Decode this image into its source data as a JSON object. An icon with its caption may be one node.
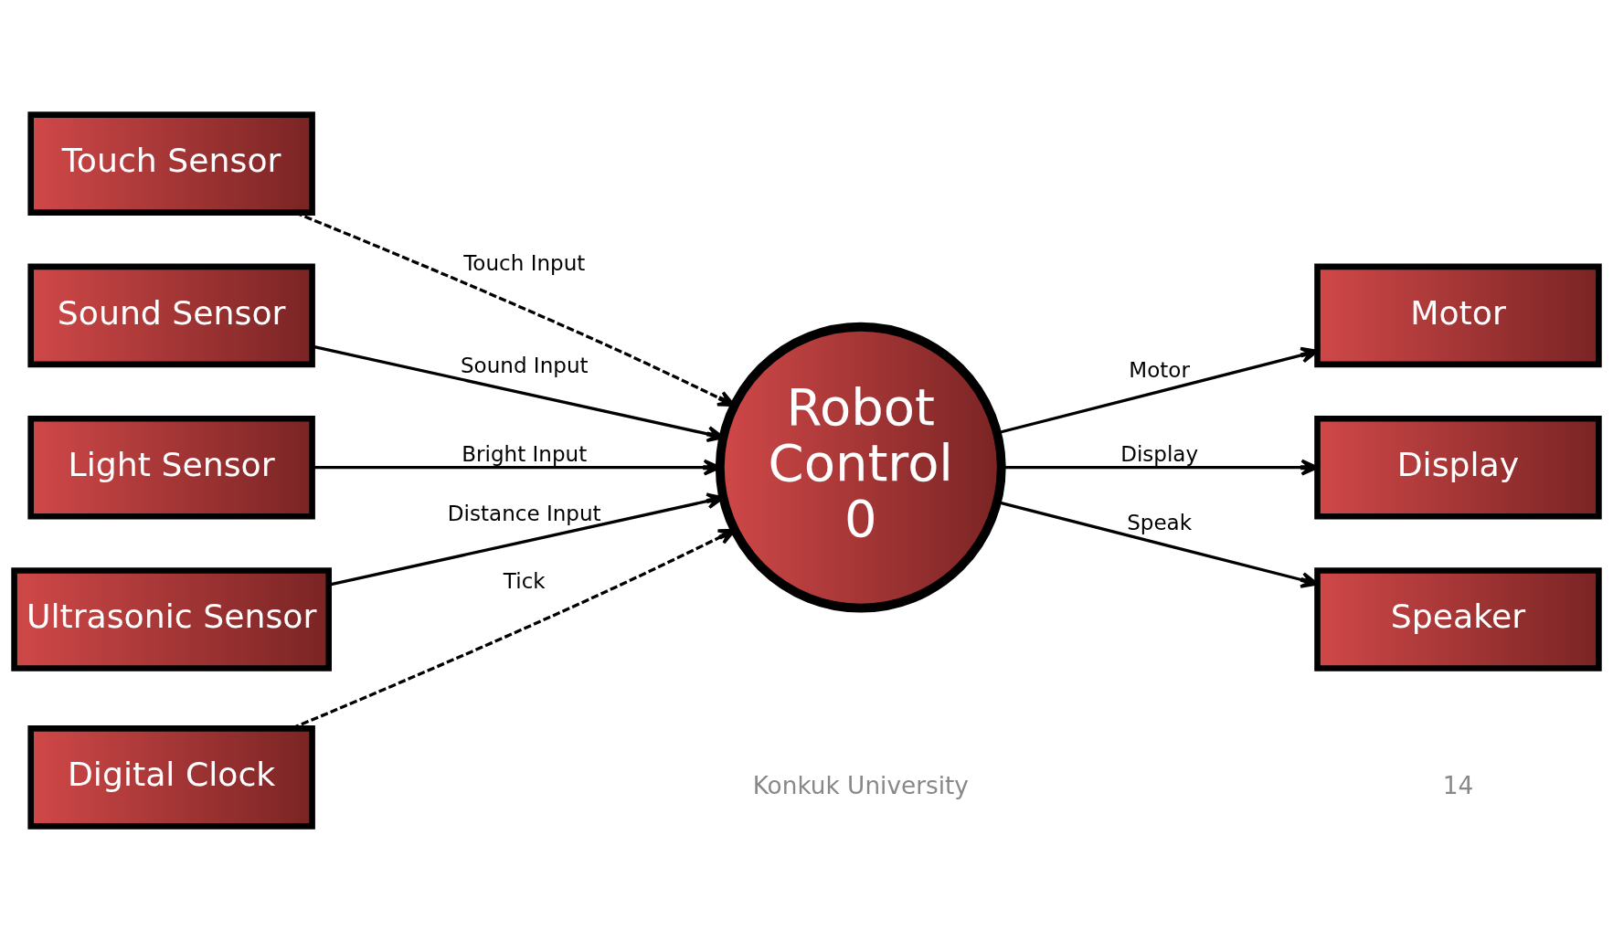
{
  "diagram": {
    "nodes": [
      {
        "text": [
          "Touch Sensor"
        ]
      },
      {
        "text": [
          "Sound Sensor"
        ]
      },
      {
        "text": [
          "Light Sensor"
        ]
      },
      {
        "text": [
          "Ultrasonic Sensor"
        ]
      },
      {
        "text": [
          "Digital Clock"
        ]
      },
      {
        "text": [
          "Robot Control 0"
        ]
      },
      {
        "text": [
          "Motor"
        ]
      },
      {
        "text": [
          "Display"
        ]
      },
      {
        "text": [
          "Speaker"
        ]
      }
    ],
    "edges": [
      {
        "from": 0,
        "to": 5,
        "arrow": "to",
        "label": "Touch Input",
        "style": "dashed"
      },
      {
        "from": 1,
        "to": 5,
        "arrow": "to",
        "label": "Sound Input"
      },
      {
        "from": 2,
        "to": 5,
        "arrow": "to",
        "label": "Bright Input"
      },
      {
        "from": 3,
        "to": 5,
        "arrow": "to",
        "label": "Distance Input"
      },
      {
        "from": 4,
        "to": 5,
        "arrow": "to",
        "label": "Tick",
        "style": "dashed"
      },
      {
        "from": 5,
        "to": 6,
        "arrow": "to",
        "label": "Motor"
      },
      {
        "from": 5,
        "to": 7,
        "arrow": "to",
        "label": "Display"
      },
      {
        "from": 5,
        "to": 8,
        "arrow": "to",
        "label": "Speak"
      }
    ],
    "labels": [
      "Konkuk University",
      "14"
    ]
  }
}
